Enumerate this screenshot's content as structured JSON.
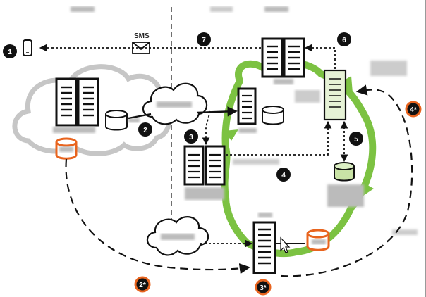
{
  "callouts": [
    {
      "id": "1",
      "label": "1",
      "style": "black"
    },
    {
      "id": "2",
      "label": "2",
      "style": "black"
    },
    {
      "id": "3",
      "label": "3",
      "style": "black"
    },
    {
      "id": "4",
      "label": "4",
      "style": "black"
    },
    {
      "id": "5",
      "label": "5",
      "style": "black"
    },
    {
      "id": "6",
      "label": "6",
      "style": "black"
    },
    {
      "id": "7",
      "label": "7",
      "style": "black"
    },
    {
      "id": "2s",
      "label": "2*",
      "style": "orange"
    },
    {
      "id": "3s",
      "label": "3*",
      "style": "orange"
    },
    {
      "id": "4s",
      "label": "4*",
      "style": "orange"
    }
  ],
  "sms_label": "SMS",
  "colors": {
    "ring": "#7cc242",
    "accent_orange": "#e8641e",
    "cloud_gray": "#c8c8c8",
    "server_green": "#e6f2d6",
    "line": "#111111"
  },
  "icons": [
    "phone-icon",
    "envelope-icon",
    "server-icon",
    "cloud-icon",
    "database-icon",
    "mouse-cursor-icon"
  ]
}
